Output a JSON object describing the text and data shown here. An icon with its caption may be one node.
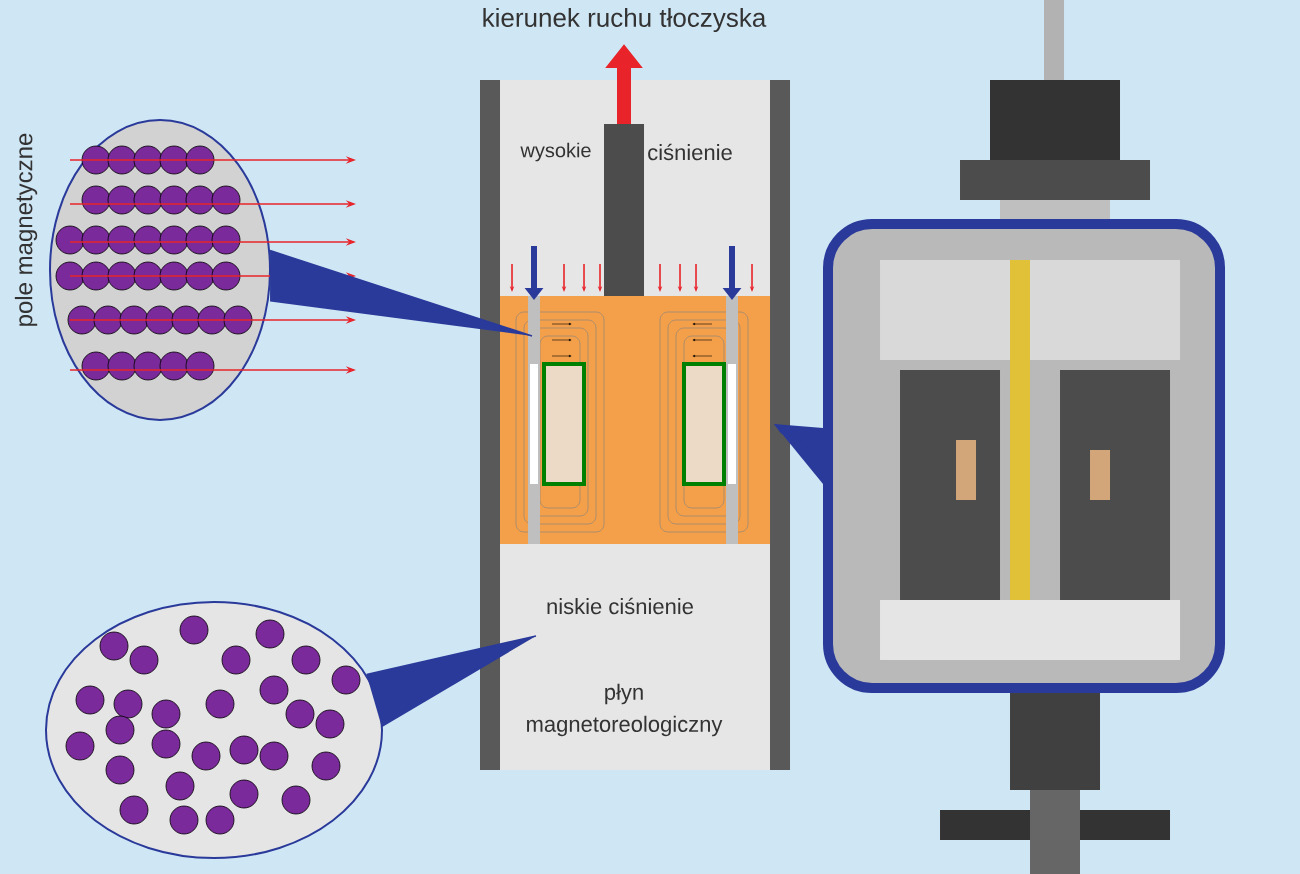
{
  "diagram": {
    "title": "kierunek ruchu tłoczyska",
    "nodes": [
      {
        "text": [],
        "shape": "circle"
      },
      {
        "text": [],
        "shape": "circle"
      },
      {
        "text": [],
        "shape": "picture"
      }
    ],
    "edges": [
      {
        "from": 0,
        "to": null,
        "arrow": "none"
      },
      {
        "from": 1,
        "to": null,
        "arrow": "none"
      },
      {
        "from": 2,
        "to": null,
        "arrow": "to"
      }
    ],
    "labels": [
      "pole magnetyczne",
      "wysokie",
      "ciśnienie",
      "niskie ciśnienie",
      "płyn magnetoreologiczny"
    ]
  }
}
